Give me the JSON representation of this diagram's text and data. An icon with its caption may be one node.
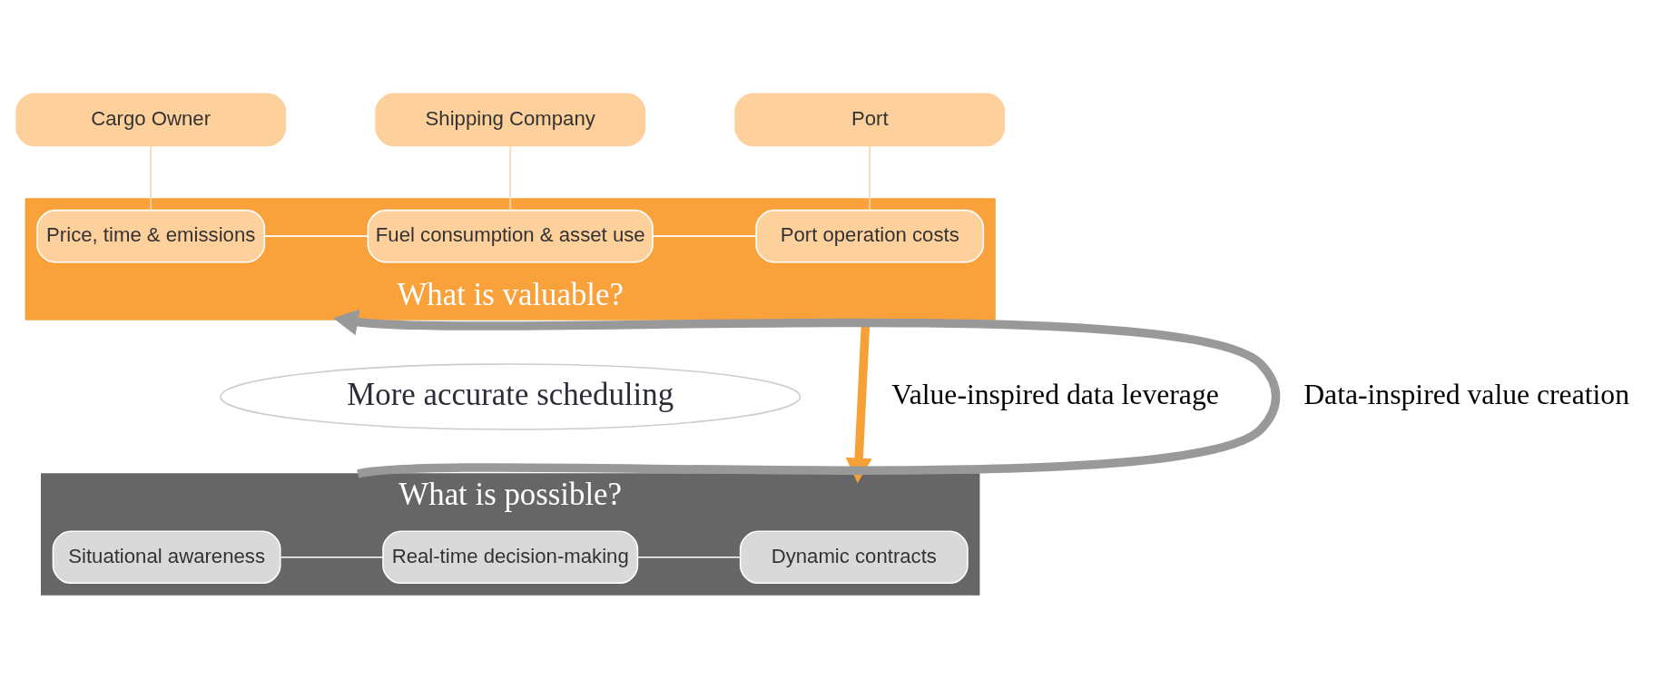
{
  "diagram": {
    "nodes": [
      {
        "text": [
          "Cargo Owner"
        ]
      },
      {
        "text": [
          "Shipping Company"
        ]
      },
      {
        "text": [
          "Port"
        ]
      },
      {
        "text": [
          "What is valuable?"
        ]
      },
      {
        "text": [
          "Price, time & emissions"
        ],
        "in": 3
      },
      {
        "text": [
          "Fuel consumption & asset use"
        ],
        "in": 3
      },
      {
        "text": [
          "Port operation costs"
        ],
        "in": 3
      },
      {
        "text": [
          "More accurate scheduling"
        ]
      },
      {
        "text": [
          "What is possible?"
        ]
      },
      {
        "text": [
          "Situational awareness"
        ],
        "in": 8
      },
      {
        "text": [
          "Real-time decision-making"
        ],
        "in": 8
      },
      {
        "text": [
          "Dynamic contracts"
        ],
        "in": 8
      }
    ],
    "edges": [
      {
        "from": 0,
        "to": 4,
        "arrow": "none"
      },
      {
        "from": 1,
        "to": 5,
        "arrow": "none"
      },
      {
        "from": 2,
        "to": 6,
        "arrow": "none"
      },
      {
        "from": 4,
        "to": 5,
        "arrow": "none"
      },
      {
        "from": 5,
        "to": 6,
        "arrow": "none"
      },
      {
        "from": 9,
        "to": 10,
        "arrow": "none"
      },
      {
        "from": 10,
        "to": 11,
        "arrow": "none"
      },
      {
        "from": 3,
        "to": 8,
        "arrow": "to",
        "label": "Value-inspired data leverage",
        "style": "thick",
        "color": "#f7a035"
      },
      {
        "from": 8,
        "to": 3,
        "arrow": "to",
        "label": "Data-inspired value creation",
        "style": "thick",
        "color": "#999999"
      }
    ]
  }
}
